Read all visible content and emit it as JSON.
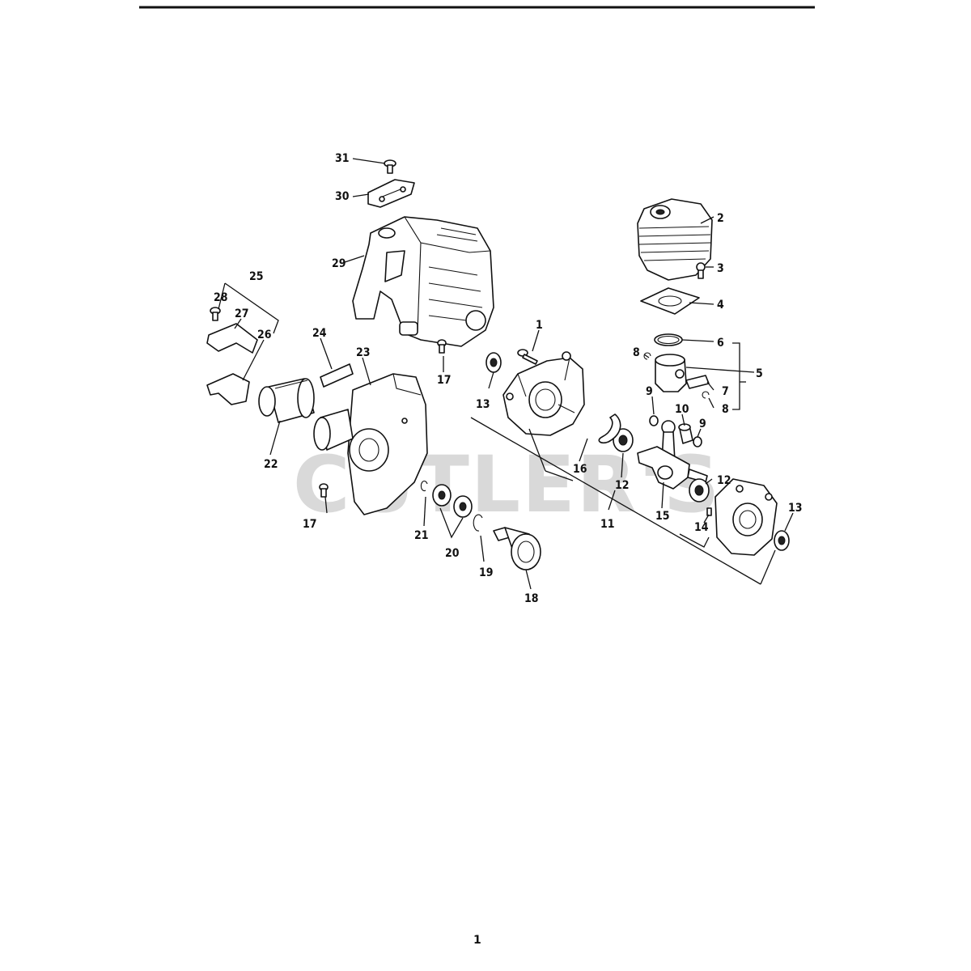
{
  "page_number": "1",
  "watermark": "CUTLER'S",
  "callouts": {
    "c1": "1",
    "c2": "2",
    "c3": "3",
    "c4": "4",
    "c5": "5",
    "c6": "6",
    "c7": "7",
    "c8a": "8",
    "c8b": "8",
    "c9a": "9",
    "c9b": "9",
    "c10": "10",
    "c11": "11",
    "c12a": "12",
    "c12b": "12",
    "c13a": "13",
    "c13b": "13",
    "c14": "14",
    "c15": "15",
    "c16": "16",
    "c17a": "17",
    "c17b": "17",
    "c18": "18",
    "c19": "19",
    "c20": "20",
    "c21": "21",
    "c22": "22",
    "c23": "23",
    "c24": "24",
    "c25": "25",
    "c26": "26",
    "c27": "27",
    "c28": "28",
    "c29": "29",
    "c30": "30",
    "c31": "31"
  }
}
